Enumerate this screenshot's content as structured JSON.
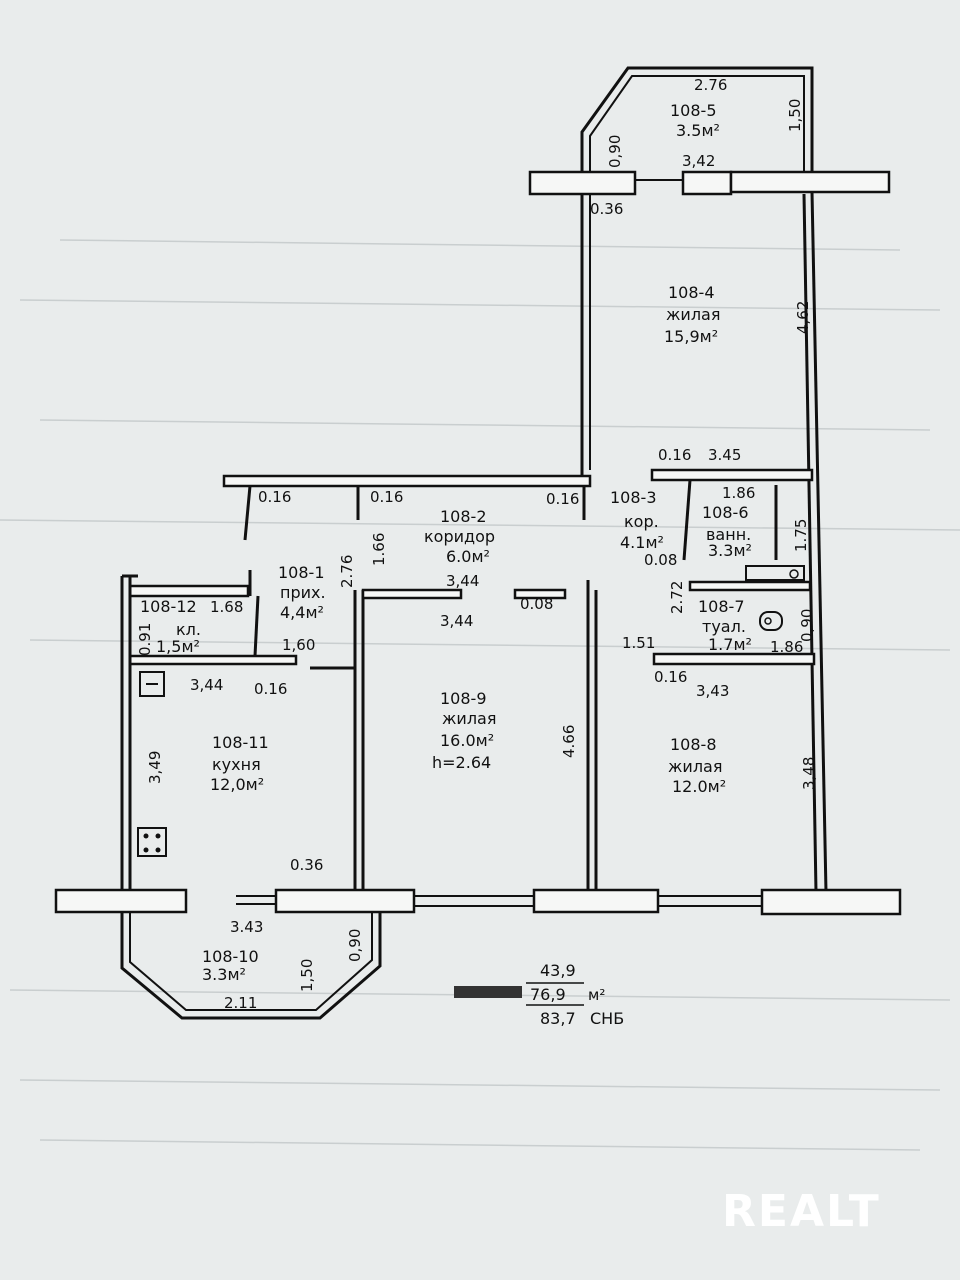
{
  "rooms": {
    "r108_5": {
      "id": "108-5",
      "area": "3.5м²"
    },
    "r108_4": {
      "id": "108-4",
      "name": "жилая",
      "area": "15,9м²"
    },
    "r108_2": {
      "id": "108-2",
      "name": "коридор",
      "area": "6.0м²"
    },
    "r108_3": {
      "id": "108-3",
      "name": "кор.",
      "area": "4.1м²"
    },
    "r108_6": {
      "id": "108-6",
      "name": "ванн.",
      "area": "3.3м²"
    },
    "r108_1": {
      "id": "108-1",
      "name": "прих.",
      "area": "4,4м²"
    },
    "r108_12": {
      "id": "108-12",
      "name": "кл.",
      "area": "1,5м²"
    },
    "r108_7": {
      "id": "108-7",
      "name": "туал.",
      "area": "1.7м²"
    },
    "r108_9": {
      "id": "108-9",
      "name": "жилая",
      "area": "16.0м²",
      "height": "h=2.64"
    },
    "r108_11": {
      "id": "108-11",
      "name": "кухня",
      "area": "12,0м²"
    },
    "r108_8": {
      "id": "108-8",
      "name": "жилая",
      "area": "12.0м²"
    },
    "r108_10": {
      "id": "108-10",
      "area": "3.3м²"
    }
  },
  "dimensions": {
    "d_276": "2.76",
    "d_150_top": "1,50",
    "d_090_top": "0,90",
    "d_342": "3,42",
    "d_036_top": "0.36",
    "d_462": "4,62",
    "d_016_a": "0.16",
    "d_345": "3.45",
    "d_016_b": "0.16",
    "d_016_c": "0.16",
    "d_016_d": "0.16",
    "d_186_a": "1.86",
    "d_166": "1.66",
    "d_175": "1.75",
    "d_276_b": "2.76",
    "d_344_a": "3,44",
    "d_008_a": "0.08",
    "d_168": "1.68",
    "d_272": "2.72",
    "d_344_b": "3,44",
    "d_008_b": "0.08",
    "d_091": "0.91",
    "d_160": "1,60",
    "d_090_b": "0,90",
    "d_186_b": "1.86",
    "d_151": "1.51",
    "d_344_c": "3,44",
    "d_016_e": "0.16",
    "d_016_f": "0.16",
    "d_343_a": "3,43",
    "d_349": "3,49",
    "d_466": "4.66",
    "d_348": "3,48",
    "d_036_b": "0.36",
    "d_343_b": "3.43",
    "d_150_b": "1,50",
    "d_090_c": "0,90",
    "d_211": "2.11"
  },
  "totals": {
    "living": "43,9",
    "total": "76,9",
    "unit": "м²",
    "with_balcony": "83,7",
    "norm": "СНБ"
  },
  "watermark": "REALT",
  "colors": {
    "background": "#e9ecec",
    "ink": "#111111",
    "logo": "#ffffff"
  }
}
